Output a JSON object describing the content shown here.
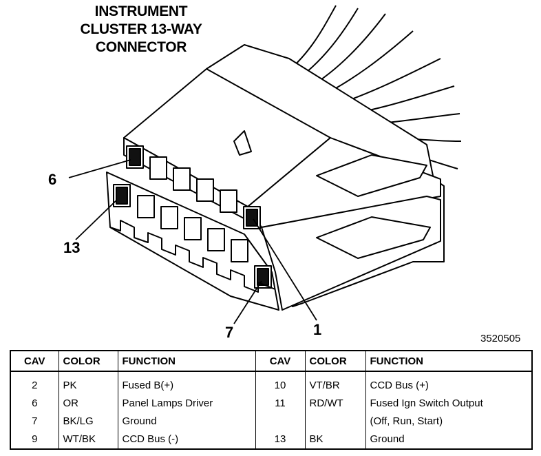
{
  "title": [
    "INSTRUMENT",
    "CLUSTER 13-WAY",
    "CONNECTOR"
  ],
  "callouts": {
    "cav6": "6",
    "cav13": "13",
    "cav7": "7",
    "cav1": "1"
  },
  "figure_id": "3520505",
  "table": {
    "headers": [
      "CAV",
      "COLOR",
      "FUNCTION",
      "CAV",
      "COLOR",
      "FUNCTION"
    ],
    "rows": [
      [
        "2",
        "PK",
        "Fused B(+)",
        "10",
        "VT/BR",
        "CCD Bus (+)"
      ],
      [
        "6",
        "OR",
        "Panel Lamps Driver",
        "11",
        "RD/WT",
        "Fused Ign Switch Output"
      ],
      [
        "7",
        "BK/LG",
        "Ground",
        "",
        "",
        "(Off, Run, Start)"
      ],
      [
        "9",
        "WT/BK",
        "CCD Bus (-)",
        "13",
        "BK",
        "Ground"
      ]
    ]
  }
}
